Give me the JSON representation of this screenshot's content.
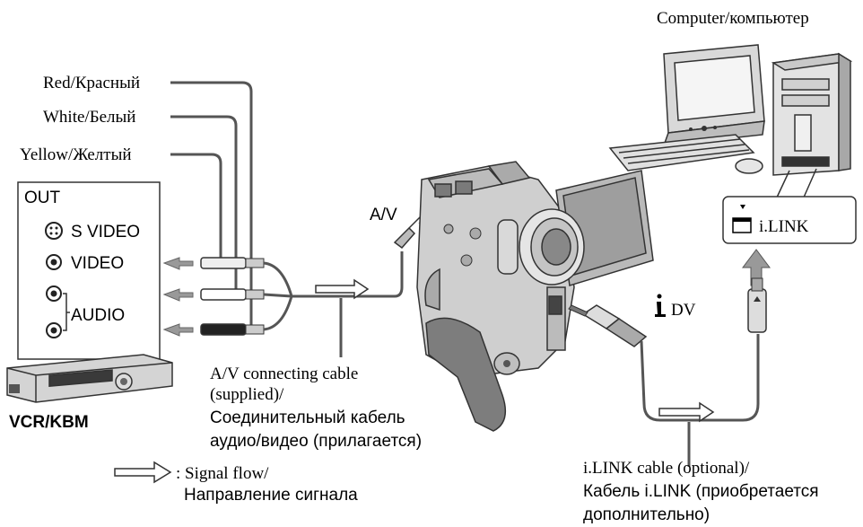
{
  "labels": {
    "computer": "Computer/компьютер",
    "red": "Red/Красный",
    "white": "White/Белый",
    "yellow": "Yellow/Желтый",
    "out": "OUT",
    "s_video": "S VIDEO",
    "video": "VIDEO",
    "audio": "AUDIO",
    "av": "A/V",
    "dv": "DV",
    "ilink": "i.LINK",
    "vcr": "VCR/",
    "vcr_ru": "KBM",
    "av_cable_1": "A/V connecting cable",
    "av_cable_2": "(supplied)/",
    "av_cable_3": "Соединительный кабель",
    "av_cable_4": "аудио/видео (прилагается)",
    "signal_1": ": Signal flow/",
    "signal_2": "Направление сигнала",
    "ilink_cable_1": "i.LINK cable (optional)/",
    "ilink_cable_2": "Кабель i.LINK (приобретается",
    "ilink_cable_3": "дополнительно)"
  },
  "icons": [
    "s-video-jack-icon",
    "rca-jack-icon",
    "ilink-port-icon",
    "dv-ilink-symbol-icon",
    "signal-flow-arrow-icon"
  ],
  "colors": {
    "line": "#555555",
    "device_fill": "#cfcfcf",
    "device_dark": "#8a8a8a"
  }
}
